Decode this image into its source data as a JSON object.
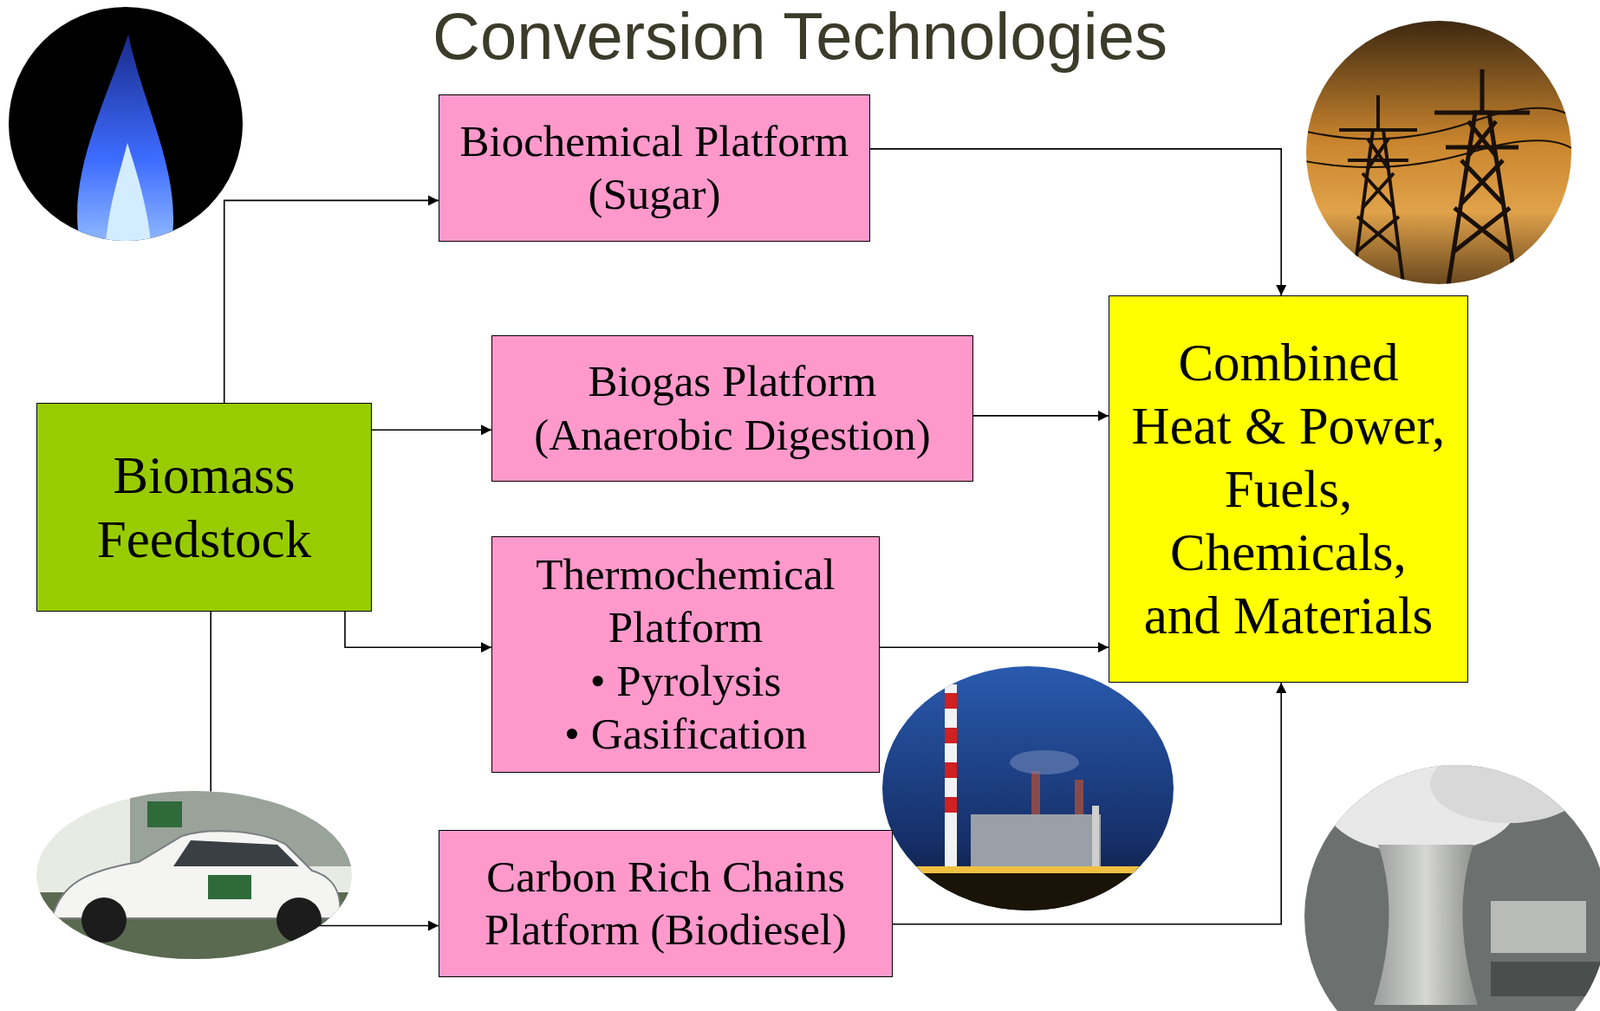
{
  "diagram": {
    "title": "Conversion Technologies",
    "nodes": [
      {
        "text": [
          "Biomass Feedstock"
        ]
      },
      {
        "text": [
          "Biochemical Platform (Sugar)"
        ]
      },
      {
        "text": [
          "Biogas Platform (Anaerobic Digestion)"
        ]
      },
      {
        "text": [
          "Thermochemical Platform",
          "• Pyrolysis",
          "• Gasification"
        ]
      },
      {
        "text": [
          "Carbon Rich Chains Platform (Biodiesel)"
        ]
      },
      {
        "text": [
          "Combined Heat & Power, Fuels, Chemicals, and Materials"
        ]
      }
    ],
    "edges": [
      {
        "from": 0,
        "to": 1,
        "arrow": "to"
      },
      {
        "from": 0,
        "to": 2,
        "arrow": "to"
      },
      {
        "from": 0,
        "to": 3,
        "arrow": "to"
      },
      {
        "from": 0,
        "to": 4,
        "arrow": "to"
      },
      {
        "from": 1,
        "to": 5,
        "arrow": "to"
      },
      {
        "from": 2,
        "to": 5,
        "arrow": "to"
      },
      {
        "from": 3,
        "to": 5,
        "arrow": "to"
      },
      {
        "from": 4,
        "to": 5,
        "arrow": "to"
      }
    ]
  }
}
